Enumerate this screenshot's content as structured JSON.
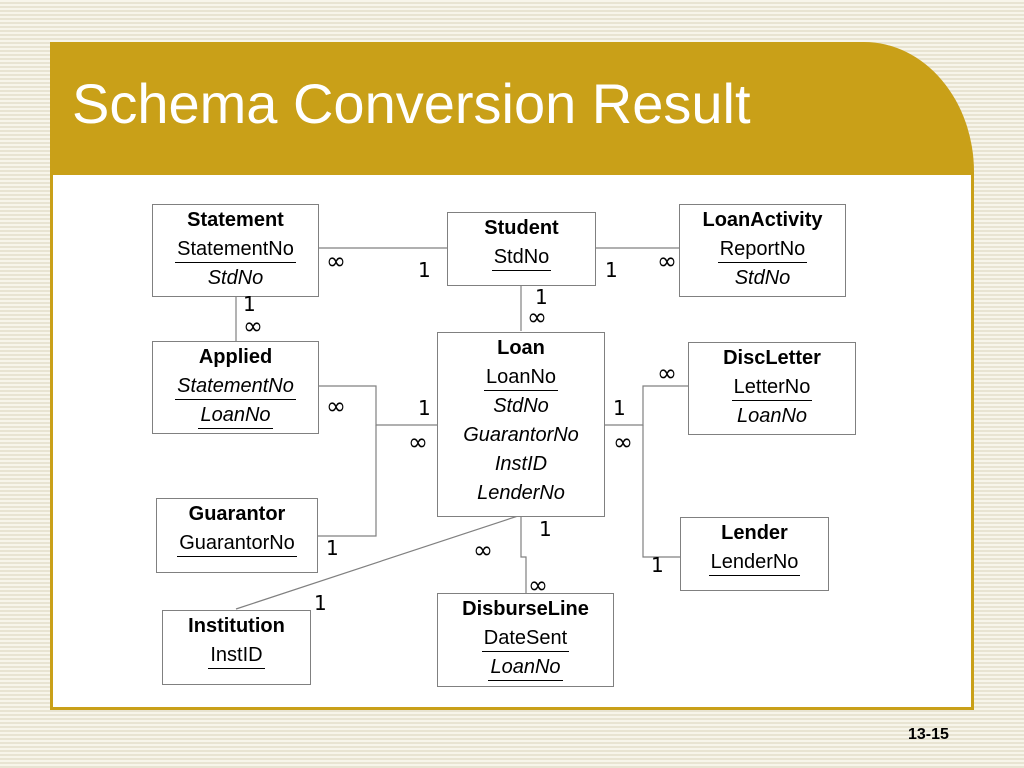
{
  "title": "Schema Conversion Result",
  "page_number": "13-15",
  "entities": [
    {
      "id": "statement",
      "name": "Statement",
      "attributes": [
        {
          "text": "StatementNo",
          "pk": true,
          "fk": false
        },
        {
          "text": "StdNo",
          "pk": false,
          "fk": true
        }
      ]
    },
    {
      "id": "student",
      "name": "Student",
      "attributes": [
        {
          "text": "StdNo",
          "pk": true,
          "fk": false
        }
      ]
    },
    {
      "id": "loanactivity",
      "name": "LoanActivity",
      "attributes": [
        {
          "text": "ReportNo",
          "pk": true,
          "fk": false
        },
        {
          "text": "StdNo",
          "pk": false,
          "fk": true
        }
      ]
    },
    {
      "id": "applied",
      "name": "Applied",
      "attributes": [
        {
          "text": "StatementNo",
          "pk": true,
          "fk": true
        },
        {
          "text": "LoanNo",
          "pk": true,
          "fk": true
        }
      ]
    },
    {
      "id": "loan",
      "name": "Loan",
      "attributes": [
        {
          "text": "LoanNo",
          "pk": true,
          "fk": false
        },
        {
          "text": "StdNo",
          "pk": false,
          "fk": true
        },
        {
          "text": "GuarantorNo",
          "pk": false,
          "fk": true
        },
        {
          "text": "InstID",
          "pk": false,
          "fk": true
        },
        {
          "text": "LenderNo",
          "pk": false,
          "fk": true
        }
      ]
    },
    {
      "id": "discletter",
      "name": "DiscLetter",
      "attributes": [
        {
          "text": "LetterNo",
          "pk": true,
          "fk": false
        },
        {
          "text": "LoanNo",
          "pk": false,
          "fk": true
        }
      ]
    },
    {
      "id": "guarantor",
      "name": "Guarantor",
      "attributes": [
        {
          "text": "GuarantorNo",
          "pk": true,
          "fk": false
        }
      ]
    },
    {
      "id": "lender",
      "name": "Lender",
      "attributes": [
        {
          "text": "LenderNo",
          "pk": true,
          "fk": false
        }
      ]
    },
    {
      "id": "disburseline",
      "name": "DisburseLine",
      "attributes": [
        {
          "text": "DateSent",
          "pk": true,
          "fk": false
        },
        {
          "text": "LoanNo",
          "pk": true,
          "fk": true
        }
      ]
    },
    {
      "id": "institution",
      "name": "Institution",
      "attributes": [
        {
          "text": "InstID",
          "pk": true,
          "fk": false
        }
      ]
    }
  ],
  "relationships": [
    {
      "id": "statement-student",
      "one_label": "1",
      "many_label": "∞"
    },
    {
      "id": "student-loanactivity",
      "one_label": "1",
      "many_label": "∞"
    },
    {
      "id": "statement-applied",
      "one_label": "1",
      "many_label": "∞"
    },
    {
      "id": "student-loan",
      "one_label": "1",
      "many_label": "∞"
    },
    {
      "id": "applied-loan",
      "one_label": "1",
      "many_label": "∞"
    },
    {
      "id": "loan-discletter",
      "one_label": "1",
      "many_label": "∞"
    },
    {
      "id": "guarantor-loan",
      "one_label": "1",
      "many_label": "∞"
    },
    {
      "id": "lender-loan",
      "one_label": "1",
      "many_label": "∞"
    },
    {
      "id": "loan-disburseline",
      "one_label": "1",
      "many_label": "∞"
    },
    {
      "id": "institution-loan",
      "one_label": "1",
      "many_label": "∞"
    }
  ]
}
